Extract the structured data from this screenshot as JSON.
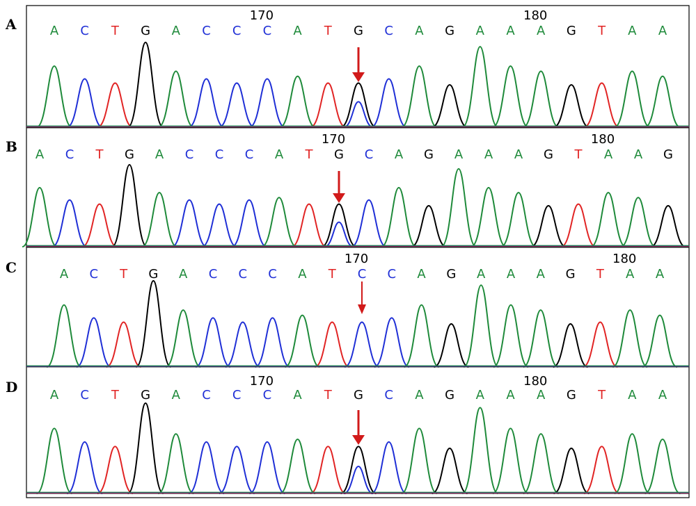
{
  "colors": {
    "A": "#1e8a3a",
    "C": "#1f2fd6",
    "G": "#000000",
    "T": "#e12424",
    "arrow": "#d11a1a"
  },
  "panels": [
    {
      "label": "A",
      "bases": [
        "A",
        "C",
        "T",
        "G",
        "A",
        "C",
        "C",
        "C",
        "A",
        "T",
        "G",
        "C",
        "A",
        "G",
        "A",
        "A",
        "A",
        "G",
        "T",
        "A",
        "A"
      ],
      "position_labels": [
        {
          "text": "170",
          "base_index": 7
        },
        {
          "text": "180",
          "base_index": 16
        }
      ],
      "marked_base_index": 10,
      "heterozygous_secondary": "C"
    },
    {
      "label": "B",
      "bases": [
        "A",
        "C",
        "T",
        "G",
        "A",
        "C",
        "C",
        "C",
        "A",
        "T",
        "G",
        "C",
        "A",
        "G",
        "A",
        "A",
        "A",
        "G",
        "T",
        "A",
        "A",
        "G"
      ],
      "position_labels": [
        {
          "text": "170",
          "base_index": 10
        },
        {
          "text": "180",
          "base_index": 19
        }
      ],
      "marked_base_index": 10,
      "heterozygous_secondary": "C"
    },
    {
      "label": "C",
      "bases": [
        "A",
        "C",
        "T",
        "G",
        "A",
        "C",
        "C",
        "C",
        "A",
        "T",
        "C",
        "C",
        "A",
        "G",
        "A",
        "A",
        "A",
        "G",
        "T",
        "A",
        "A"
      ],
      "position_labels": [
        {
          "text": "170",
          "base_index": 10
        },
        {
          "text": "180",
          "base_index": 19
        }
      ],
      "marked_base_index": 10,
      "heterozygous_secondary": ""
    },
    {
      "label": "D",
      "bases": [
        "A",
        "C",
        "T",
        "G",
        "A",
        "C",
        "C",
        "C",
        "A",
        "T",
        "G",
        "C",
        "A",
        "G",
        "A",
        "A",
        "A",
        "G",
        "T",
        "A",
        "A"
      ],
      "position_labels": [
        {
          "text": "170",
          "base_index": 7
        },
        {
          "text": "180",
          "base_index": 16
        }
      ],
      "marked_base_index": 10,
      "heterozygous_secondary": "C"
    }
  ]
}
